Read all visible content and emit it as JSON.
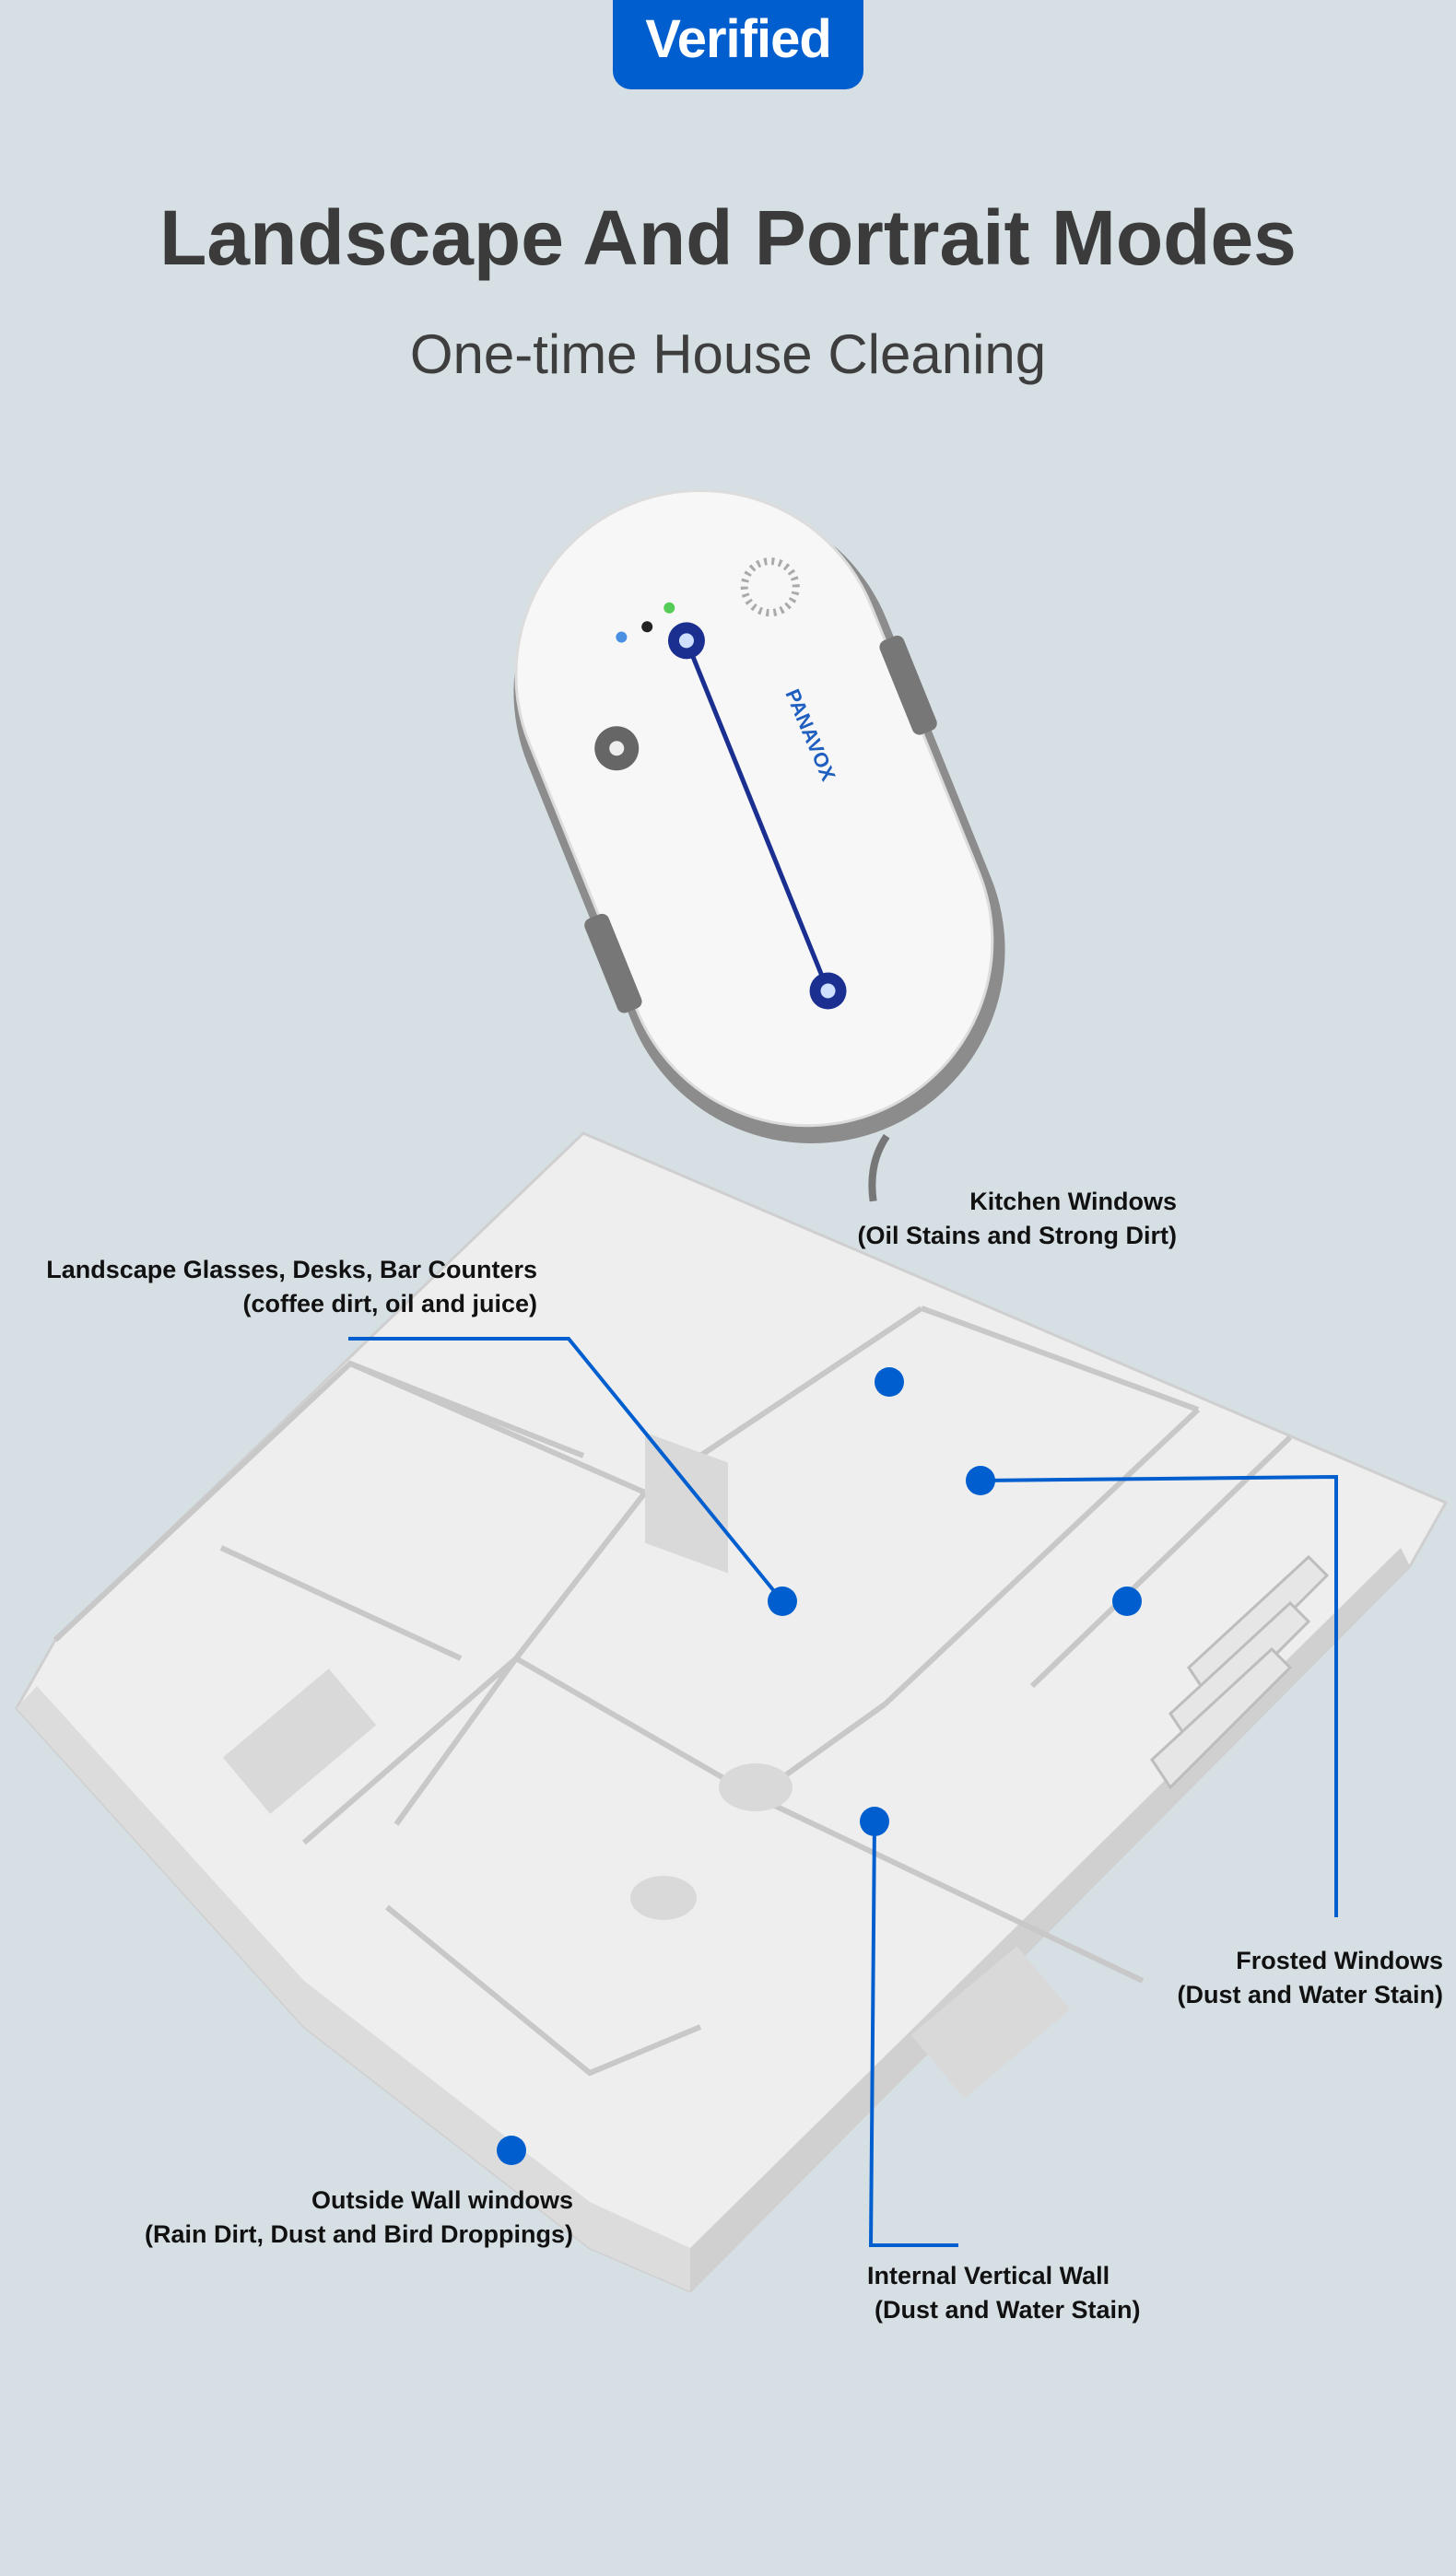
{
  "badge": {
    "label": "Verified"
  },
  "header": {
    "title": "Landscape And Portrait Modes",
    "subtitle": "One-time House Cleaning"
  },
  "product": {
    "brand": "PANAVOX"
  },
  "callouts": {
    "kitchen": {
      "title": "Kitchen Windows",
      "detail": "(Oil Stains and Strong Dirt)"
    },
    "landscape": {
      "title": "Landscape Glasses, Desks, Bar Counters",
      "detail": "(coffee dirt, oil and juice)"
    },
    "frosted": {
      "title": "Frosted Windows",
      "detail": "(Dust and Water Stain)"
    },
    "outside": {
      "title": "Outside Wall windows",
      "detail": "(Rain Dirt, Dust and Bird Droppings)"
    },
    "internal": {
      "title": "Internal Vertical Wall",
      "detail": "(Dust and Water Stain)"
    }
  },
  "colors": {
    "accent": "#005ecf",
    "background": "#d6dfe4"
  }
}
